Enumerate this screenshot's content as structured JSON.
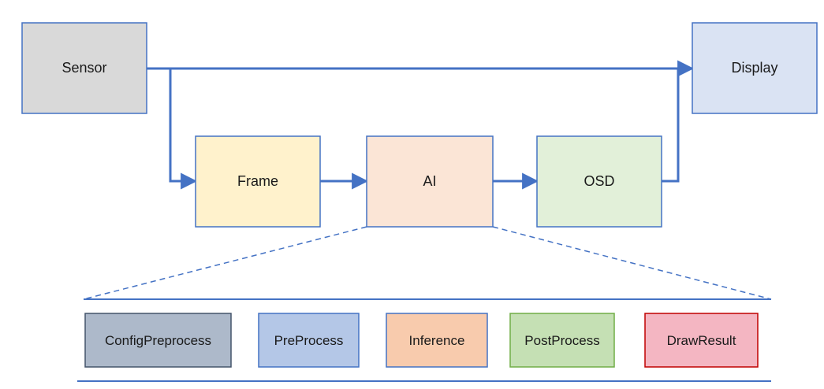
{
  "colors": {
    "line": "#4472c4",
    "sensor_fill": "#d9d9d9",
    "sensor_stroke": "#4472c4",
    "display_fill": "#dae3f3",
    "display_stroke": "#4472c4",
    "frame_fill": "#fff2cc",
    "frame_stroke": "#4472c4",
    "ai_fill": "#fbe5d6",
    "ai_stroke": "#4472c4",
    "osd_fill": "#e2f0d9",
    "osd_stroke": "#4472c4"
  },
  "blocks": {
    "sensor": "Sensor",
    "display": "Display",
    "frame": "Frame",
    "ai": "AI",
    "osd": "OSD"
  },
  "ai_stages": [
    {
      "label": "ConfigPreprocess",
      "fill": "#adb9ca",
      "stroke": "#44546a"
    },
    {
      "label": "PreProcess",
      "fill": "#b4c7e7",
      "stroke": "#4472c4"
    },
    {
      "label": "Inference",
      "fill": "#f8cbad",
      "stroke": "#4472c4"
    },
    {
      "label": "PostProcess",
      "fill": "#c5e0b4",
      "stroke": "#70ad47"
    },
    {
      "label": "DrawResult",
      "fill": "#f4b6c2",
      "stroke": "#c00000"
    }
  ]
}
